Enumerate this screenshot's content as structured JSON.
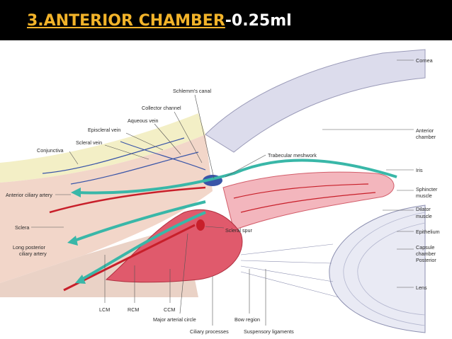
{
  "title": {
    "main": "3.ANTERIOR CHAMBER",
    "dash": "-",
    "volume": "0.25ml"
  },
  "colors": {
    "title_accent": "#f2b32a",
    "title_bar": "#000000",
    "flow_arrow": "#39b7a8",
    "artery": "#c81f2a",
    "vein": "#3a55a8"
  },
  "labels": {
    "cornea": "Cornea",
    "anterior_chamber_1": "Anterior",
    "anterior_chamber_2": "chamber",
    "iris": "Iris",
    "sphincter_1": "Sphincter",
    "sphincter_2": "muscle",
    "dilator_1": "Dilator",
    "dilator_2": "muscle",
    "epithelium": "Epithelium",
    "capsule_1": "Capsule",
    "capsule_2": "chamber",
    "posterior": "Posterior",
    "lens": "Lens",
    "schlemm": "Schlemm's canal",
    "collector": "Collector channel",
    "aqueous_vein": "Aqueous vein",
    "episcleral_vein": "Episcleral vein",
    "scleral_vein": "Scleral vein",
    "conjunctiva": "Conjunctiva",
    "trabecular": "Trabecular meshwork",
    "anterior_ciliary_artery": "Anterior ciliary artery",
    "sclera": "Sclera",
    "long_posterior_1": "Long posterior",
    "long_posterior_2": "ciliary artery",
    "scleral_spur": "Scleral spur",
    "lcm": "LCM",
    "rcm": "RCM",
    "ccm": "CCM",
    "major_arterial_circle": "Major arterial circle",
    "bow_region": "Bow region",
    "ciliary_processes": "Ciliary processes",
    "suspensory_ligaments": "Suspensory ligaments"
  }
}
